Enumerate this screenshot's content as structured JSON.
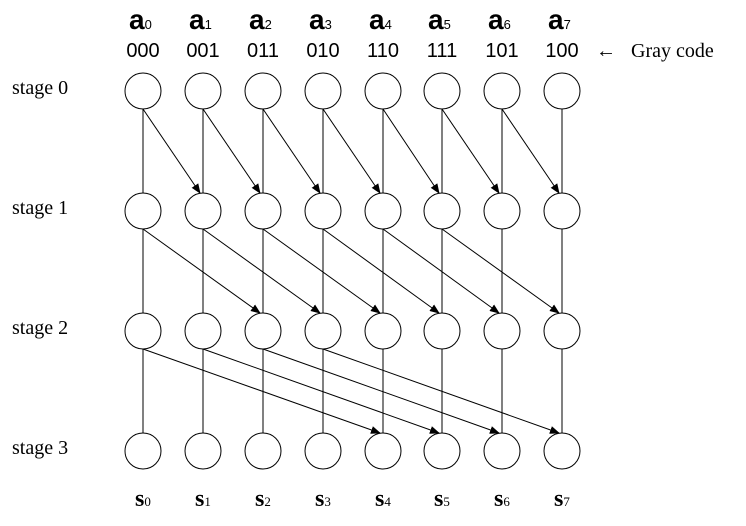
{
  "inputs": [
    {
      "name": "a",
      "sub": "0",
      "code": "000"
    },
    {
      "name": "a",
      "sub": "1",
      "code": "001"
    },
    {
      "name": "a",
      "sub": "2",
      "code": "011"
    },
    {
      "name": "a",
      "sub": "3",
      "code": "010"
    },
    {
      "name": "a",
      "sub": "4",
      "code": "110"
    },
    {
      "name": "a",
      "sub": "5",
      "code": "111"
    },
    {
      "name": "a",
      "sub": "6",
      "code": "101"
    },
    {
      "name": "a",
      "sub": "7",
      "code": "100"
    }
  ],
  "outputs": [
    {
      "name": "s",
      "sub": "0"
    },
    {
      "name": "s",
      "sub": "1"
    },
    {
      "name": "s",
      "sub": "2"
    },
    {
      "name": "s",
      "sub": "3"
    },
    {
      "name": "s",
      "sub": "4"
    },
    {
      "name": "s",
      "sub": "5"
    },
    {
      "name": "s",
      "sub": "6"
    },
    {
      "name": "s",
      "sub": "7"
    }
  ],
  "stages": [
    "stage 0",
    "stage 1",
    "stage 2",
    "stage 3"
  ],
  "stage_offsets": [
    1,
    2,
    4
  ],
  "gray_code_label": "Gray code",
  "gray_code_arrow": "←"
}
